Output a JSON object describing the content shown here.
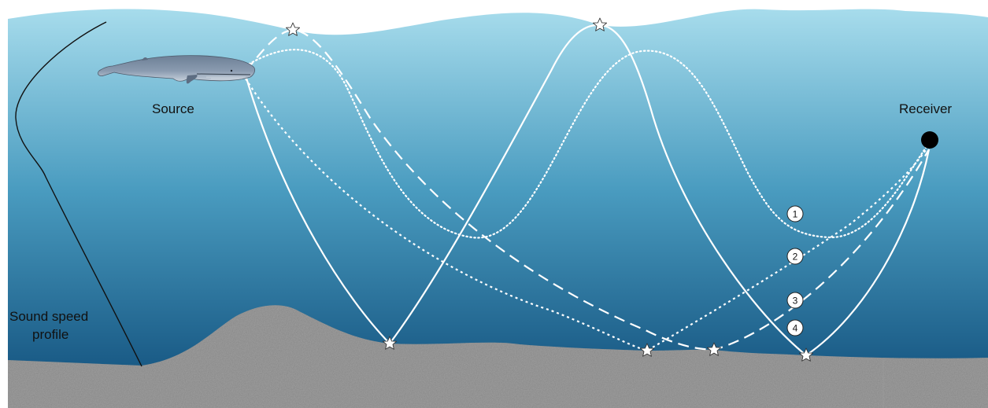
{
  "labels": {
    "source": "Source",
    "receiver": "Receiver",
    "sound_speed_line1": "Sound speed",
    "sound_speed_line2": "profile"
  },
  "ray_paths": [
    {
      "number": "1",
      "line_style": "dotted"
    },
    {
      "number": "2",
      "line_style": "short-dashed"
    },
    {
      "number": "3",
      "line_style": "long-dashed"
    },
    {
      "number": "4",
      "line_style": "solid"
    }
  ],
  "colors": {
    "water_top": "#a7dcec",
    "water_bottom": "#0e4b78",
    "seafloor": "#858585",
    "ray": "#ffffff",
    "receiver": "#000000",
    "profile_line": "#111111"
  }
}
